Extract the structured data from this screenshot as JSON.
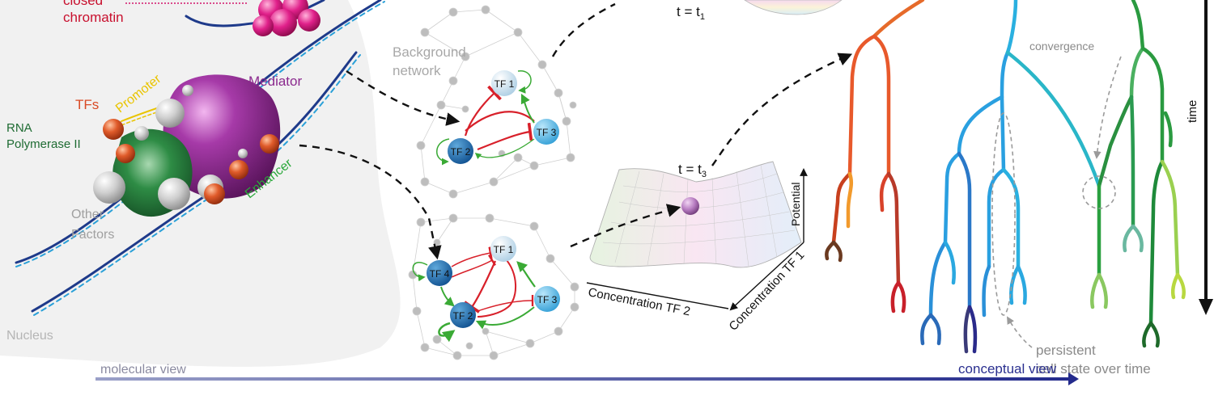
{
  "molecular": {
    "closed_chromatin_line1": "closed",
    "closed_chromatin_line2": "chromatin",
    "mediator": "Mediator",
    "promoter": "Promoter",
    "tfs": "TFs",
    "rna_pol_line1": "RNA",
    "rna_pol_line2": "Polymerase II",
    "enhancer": "Enhancer",
    "other_factors_line1": "Other",
    "other_factors_line2": "Factors",
    "nucleus": "Nucleus"
  },
  "network": {
    "background_line1": "Background",
    "background_line2": "network",
    "top_nodes": [
      "TF 1",
      "TF 2",
      "TF 3"
    ],
    "bottom_nodes": [
      "TF 1",
      "TF 2",
      "TF 3",
      "TF 4"
    ]
  },
  "landscape": {
    "t1_main": "t = t",
    "t1_sub": "1",
    "t3_main": "t = t",
    "t3_sub": "3",
    "potential": "Potential",
    "conc_tf1": "Concentration TF 1",
    "conc_tf2": "Concentration TF 2"
  },
  "tree": {
    "convergence": "convergence",
    "time": "time",
    "persistent_line1": "persistent",
    "persistent_line2": "cell state over time"
  },
  "axis": {
    "molecular_view": "molecular view",
    "conceptual_view": "conceptual view"
  },
  "colors": {
    "red_tf": "#d94a25",
    "mediator": "#8b2a8e",
    "rna_pol": "#1e6b32",
    "enhancer_text": "#2aa83a",
    "promoter_text": "#e9c400",
    "chromatin": "#d2166b",
    "inhibit": "#d8202a",
    "activate": "#3aaa35",
    "axis_blue": "#2a2f8f",
    "grey_text": "#a0a0a0"
  }
}
